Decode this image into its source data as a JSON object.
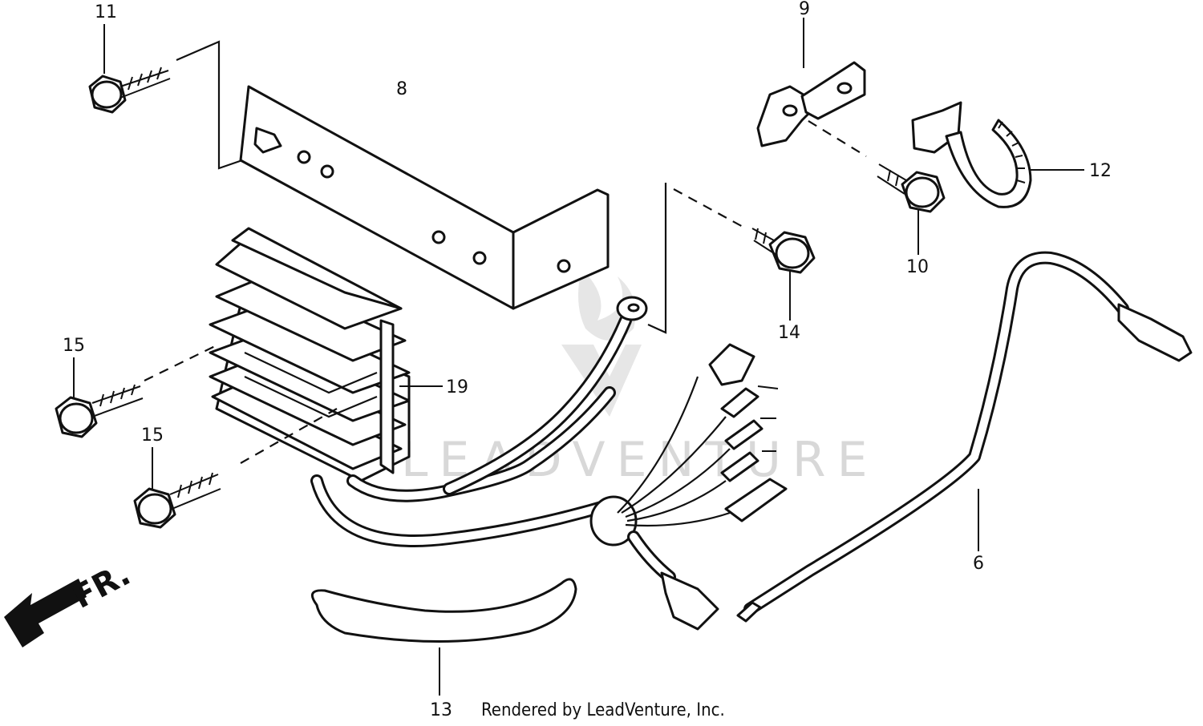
{
  "labels": {
    "p6": "6",
    "p8": "8",
    "p9": "9",
    "p10": "10",
    "p11": "11",
    "p12": "12",
    "p13": "13",
    "p14": "14",
    "p15a": "15",
    "p15b": "15",
    "p19": "19"
  },
  "front_indicator": "FR.",
  "credit": "Rendered by LeadVenture, Inc.",
  "watermark": "LEADVENTURE"
}
